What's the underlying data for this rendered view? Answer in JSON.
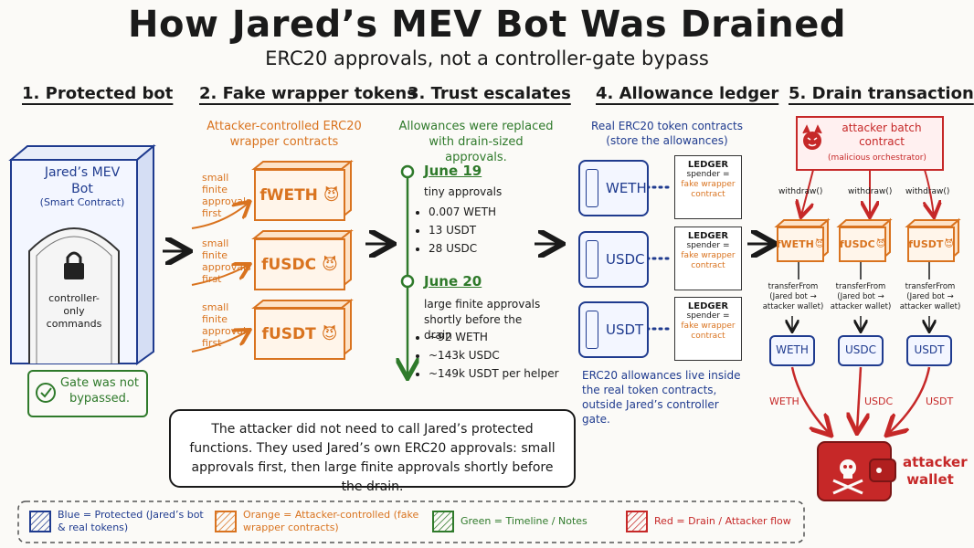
{
  "title": "How Jared’s MEV Bot Was Drained",
  "subtitle": "ERC20 approvals, not a controller-gate bypass",
  "steps": [
    "1. Protected bot",
    "2. Fake wrapper tokens",
    "3. Trust escalates",
    "4. Allowance ledger",
    "5. Drain transaction"
  ],
  "bot": {
    "name": "Jared’s MEV Bot",
    "type": "(Smart Contract)",
    "gate_text": "controller-only commands",
    "gate_note": "Gate was not bypassed."
  },
  "wrappers": {
    "caption": "Attacker-controlled ERC20 wrapper contracts",
    "approval_note": "small finite approvals first",
    "tokens": [
      "fWETH",
      "fUSDC",
      "fUSDT"
    ]
  },
  "timeline": {
    "caption": "Allowances were replaced with drain-sized approvals.",
    "events": [
      {
        "date": "June 19",
        "desc": "tiny approvals",
        "items": [
          "0.007 WETH",
          "13 USDT",
          "28 USDC"
        ]
      },
      {
        "date": "June 20",
        "desc": "large finite approvals shortly before the drain",
        "items": [
          "~92 WETH",
          "~143k USDC",
          "~149k USDT per helper"
        ]
      }
    ]
  },
  "ledger": {
    "caption": "Real ERC20 token contracts (store the allowances)",
    "tokens": [
      "WETH",
      "USDC",
      "USDT"
    ],
    "ledger_title": "LEDGER",
    "spender_label": "spender =",
    "spender_value": "fake wrapper contract",
    "footer": "ERC20 allowances live inside the real token contracts, outside Jared’s controller gate."
  },
  "drain": {
    "attacker_contract": "attacker batch contract",
    "attacker_sub": "(malicious orchestrator)",
    "withdraw_label": "withdraw()",
    "fake_tokens": [
      "fWETH",
      "fUSDC",
      "fUSDT"
    ],
    "transfer_label": "transferFrom (Jared bot → attacker wallet)",
    "real_tokens": [
      "WETH",
      "USDC",
      "USDT"
    ],
    "flow_labels": [
      "WETH",
      "USDC",
      "USDT"
    ],
    "wallet_label": "attacker wallet"
  },
  "summary": "The attacker did not need to call Jared’s protected functions. They used Jared’s own ERC20 approvals: small approvals first, then large finite approvals shortly before the drain.",
  "legend": [
    {
      "text": "Blue = Protected (Jared’s bot & real tokens)",
      "color": "#1f3b8f"
    },
    {
      "text": "Orange = Attacker-controlled (fake wrapper contracts)",
      "color": "#d9731f"
    },
    {
      "text": "Green = Timeline / Notes",
      "color": "#2f7a2b"
    },
    {
      "text": "Red = Drain / Attacker flow",
      "color": "#c62828"
    }
  ]
}
